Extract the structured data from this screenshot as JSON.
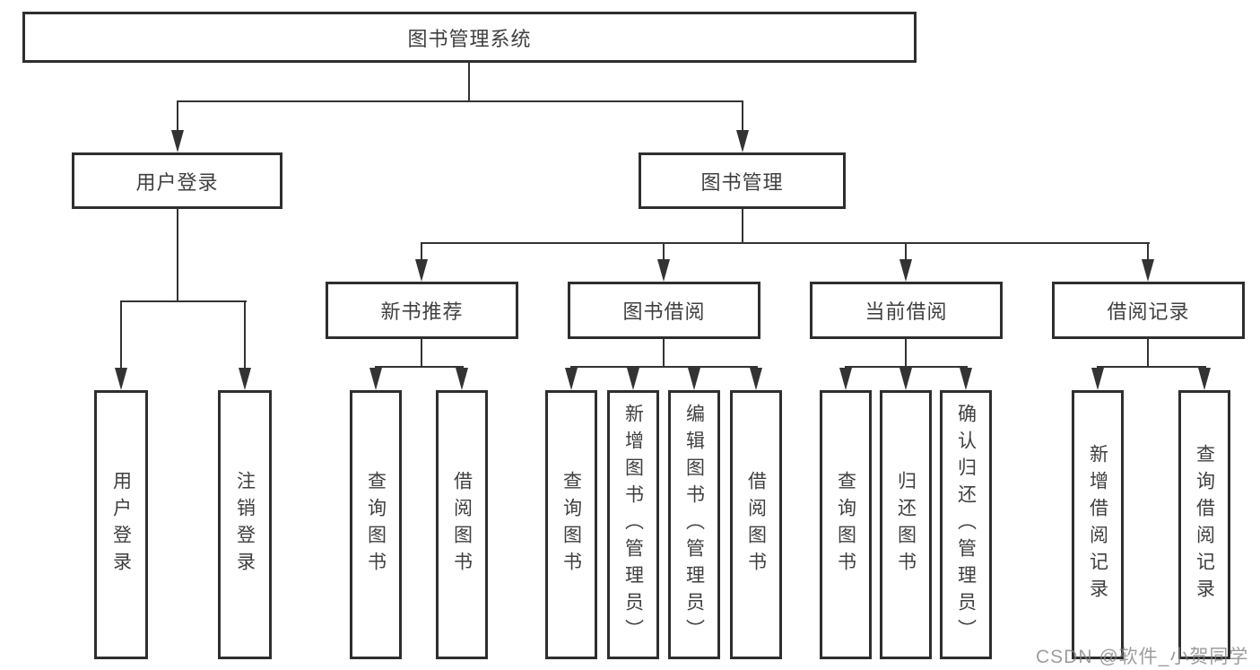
{
  "tree": {
    "root": {
      "label": "图书管理系统"
    },
    "children": [
      {
        "label": "用户登录",
        "children": [
          {
            "label": "用户登录"
          },
          {
            "label": "注销登录"
          }
        ]
      },
      {
        "label": "图书管理",
        "children": [
          {
            "label": "新书推荐",
            "children": [
              {
                "label": "查询图书"
              },
              {
                "label": "借阅图书"
              }
            ]
          },
          {
            "label": "图书借阅",
            "children": [
              {
                "label": "查询图书"
              },
              {
                "label": "新增图书（管理员）"
              },
              {
                "label": "编辑图书（管理员）"
              },
              {
                "label": "借阅图书"
              }
            ]
          },
          {
            "label": "当前借阅",
            "children": [
              {
                "label": "查询图书"
              },
              {
                "label": "归还图书"
              },
              {
                "label": "确认归还（管理员）"
              }
            ]
          },
          {
            "label": "借阅记录",
            "children": [
              {
                "label": "新增借阅记录"
              },
              {
                "label": "查询借阅记录"
              }
            ]
          }
        ]
      }
    ]
  },
  "watermark": "CSDN @软件_小贺同学",
  "colors": {
    "line": "#333333",
    "box_border": "#2e2e2e",
    "text": "#3f3f3f",
    "watermark": "#828282",
    "background": "#ffffff"
  }
}
